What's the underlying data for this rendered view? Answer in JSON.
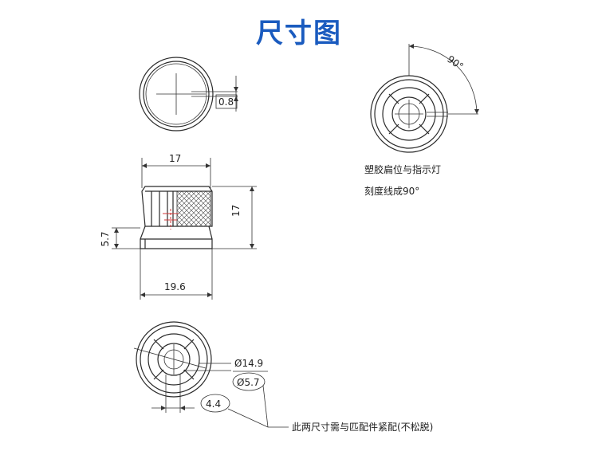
{
  "title": "尺寸图",
  "dims": {
    "wall": "0.8",
    "angle": "90°",
    "top_width": "17",
    "height": "17",
    "shaft_height": "5.7",
    "base_width": "19.6",
    "outer_diameter": "Ø14.9",
    "bore_diameter": "Ø5.7",
    "flat": "4.4"
  },
  "notes": {
    "indicator_line1": "塑胶扁位与指示灯",
    "indicator_line2": "刻度线成90°",
    "fit_note": "此两尺寸需与匹配件紧配(不松脱)"
  },
  "colors": {
    "title": "#1a5bbf",
    "line": "#2a2a2a",
    "red_mark": "#d23a3a"
  }
}
